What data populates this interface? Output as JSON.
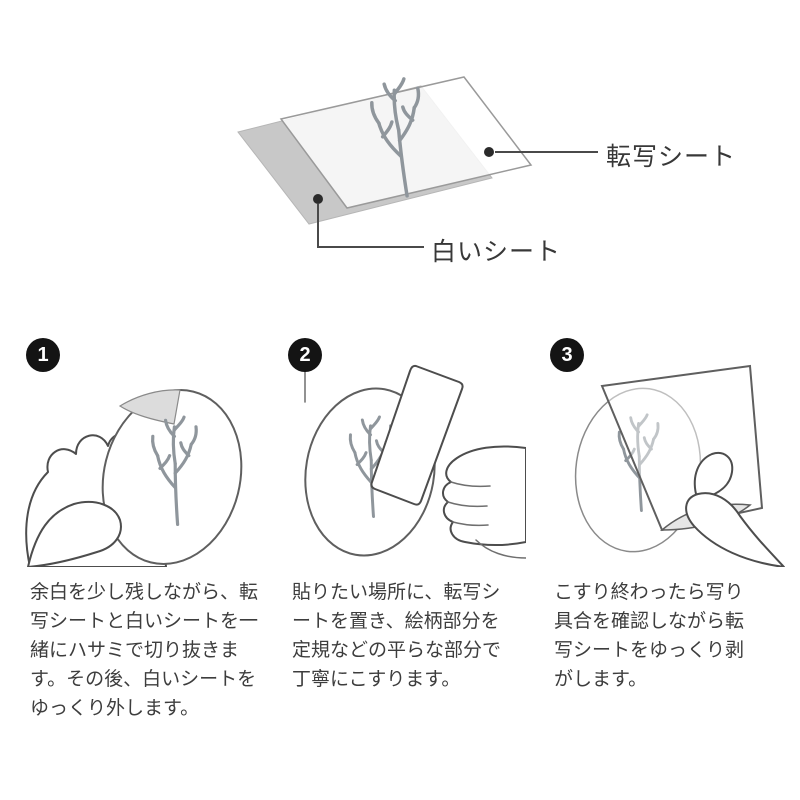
{
  "diagram": {
    "transfer_sheet_label": "転写シート",
    "white_sheet_label": "白いシート",
    "illustration": "two layered sheets: gray white-sheet beneath, translucent transfer sheet with bare-tree artwork on top"
  },
  "steps": [
    {
      "number": "1",
      "illustration": "hand holding oval cut-out with tree artwork, white sheet partially peeled at top",
      "text": "余白を少し残しながら、転写シートと白いシートを一緒にハサミで切り抜きます。その後、白いシートをゆっくり外します。"
    },
    {
      "number": "2",
      "illustration": "hand rubbing placed transfer sheet with the flat edge of a ruler card",
      "text": "貼りたい場所に、転写シートを置き、絵柄部分を定規などの平らな部分で丁寧にこすります。"
    },
    {
      "number": "3",
      "illustration": "fingers slowly peeling the transfer sheet off the transferred tree artwork",
      "text": "こすり終わったら写り具合を確認しながら転写シートをゆっくり剥がします。"
    }
  ],
  "colors": {
    "white_sheet_gray": "#c8c8c8",
    "leader_line": "#4a4a4a",
    "text": "#3d3d3d",
    "badge_bg": "#141414",
    "tree_gray": "#8f969c"
  }
}
